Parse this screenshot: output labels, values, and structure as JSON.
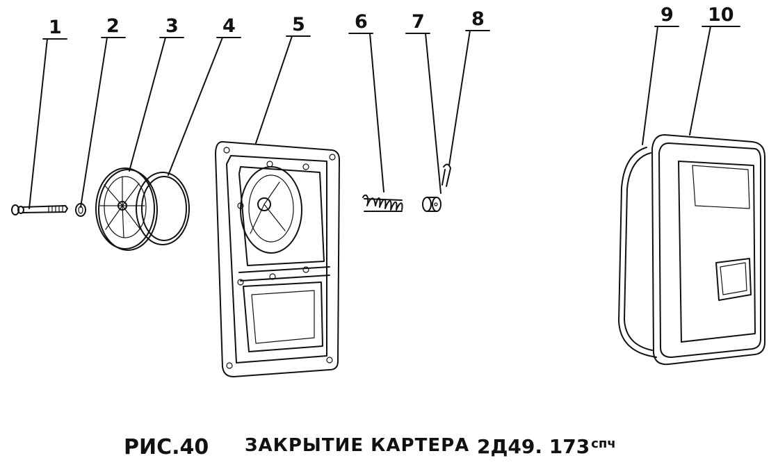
{
  "callouts": [
    "1",
    "2",
    "3",
    "4",
    "5",
    "6",
    "7",
    "8",
    "9",
    "10"
  ],
  "caption": {
    "figure": "РИС.40",
    "title": "ЗАКРЫТИЕ  КАРТЕРА",
    "code": "2Д49. 173",
    "code_suffix": "спч"
  }
}
